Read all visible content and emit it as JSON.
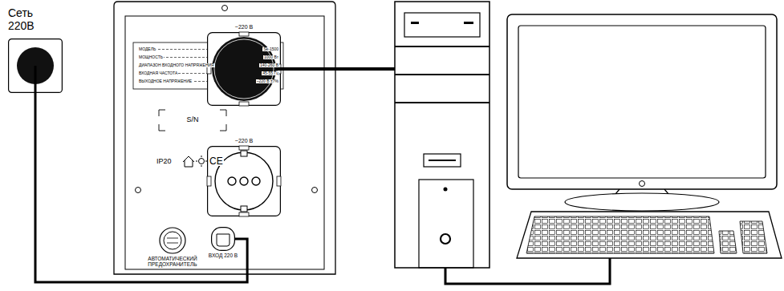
{
  "diagram": {
    "nodes": [
      {
        "text": [
          "Сеть 220В"
        ]
      },
      {
        "text": [
          "~220 В"
        ]
      },
      {
        "text": [
          "S/N"
        ]
      },
      {
        "text": [
          "~220 В"
        ]
      },
      {
        "text": [
          "АВТОМАТИЧЕСКИЙ ПРЕДОХРАНИТЕЛЬ"
        ]
      },
      {
        "text": [
          "ВХОД 220 В"
        ]
      }
    ],
    "edges": [
      {
        "from": 0,
        "to": 5,
        "arrow": "none"
      }
    ],
    "labels": [
      "МОДЕЛЬ",
      "Sk-1500",
      "МОЩНОСТЬ",
      "1000 Вт",
      "ДИАПАЗОН ВХОДНОГО НАПРЯЖЕНИЯ",
      "140-260 В",
      "ВХОДНАЯ ЧАСТОТА",
      "45-55 Гц",
      "ВЫХОДНОЕ НАПРЯЖЕНИЕ",
      "~220 В ±7%",
      "IP20",
      "CE"
    ]
  }
}
